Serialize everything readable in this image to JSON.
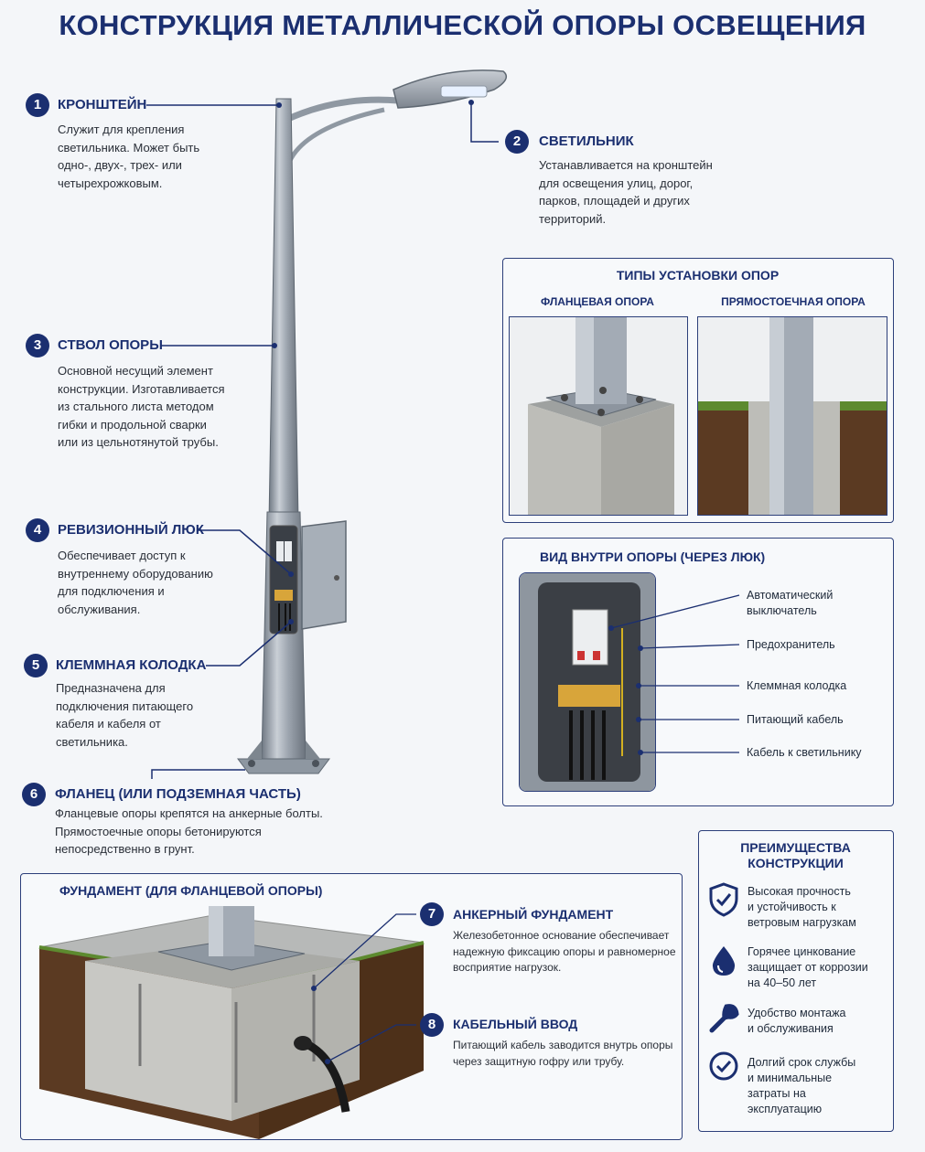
{
  "title": "КОНСТРУКЦИЯ МЕТАЛЛИЧЕСКОЙ ОПОРЫ ОСВЕЩЕНИЯ",
  "items": [
    {
      "num": "1",
      "label": "КРОНШТЕЙН",
      "text": "Служит для крепления\nсветильника. Может быть\nодно-, двух-, трех- или\nчетырехрожковым."
    },
    {
      "num": "2",
      "label": "СВЕТИЛЬНИК",
      "text": "Устанавливается на кронштейн\nдля освещения улиц, дорог,\nпарков, площадей и других\nтерриторий."
    },
    {
      "num": "3",
      "label": "СТВОЛ ОПОРЫ",
      "text": "Основной несущий элемент\nконструкции. Изготавливается\nиз стального листа методом\nгибки и продольной сварки\nили из цельнотянутой трубы."
    },
    {
      "num": "4",
      "label": "РЕВИЗИОННЫЙ ЛЮК",
      "text": "Обеспечивает доступ к\nвнутреннему оборудованию\nдля подключения и\nобслуживания."
    },
    {
      "num": "5",
      "label": "КЛЕММНАЯ КОЛОДКА",
      "text": "Предназначена для\nподключения питающего\nкабеля и кабеля от\nсветильника."
    },
    {
      "num": "6",
      "label": "ФЛАНЕЦ (ИЛИ ПОДЗЕМНАЯ ЧАСТЬ)",
      "text": "Фланцевые опоры крепятся на анкерные болты.\nПрямостоечные опоры бетонируются\nнепосредственно в грунт."
    },
    {
      "num": "7",
      "label": "АНКЕРНЫЙ ФУНДАМЕНТ",
      "text": "Железобетонное основание обеспечивает\nнадежную фиксацию опоры и равномерное\nвосприятие нагрузок."
    },
    {
      "num": "8",
      "label": "КАБЕЛЬНЫЙ ВВОД",
      "text": "Питающий кабель заводится внутрь опоры\nчерез защитную гофру или трубу."
    }
  ],
  "install_types": {
    "title": "ТИПЫ УСТАНОВКИ ОПОР",
    "flange": "ФЛАНЦЕВАЯ ОПОРА",
    "direct": "ПРЯМОСТОЕЧНАЯ ОПОРА"
  },
  "inside_view": {
    "title": "ВИД ВНУТРИ ОПОРЫ (ЧЕРЕЗ ЛЮК)",
    "callouts": [
      "Автоматический\nвыключатель",
      "Предохранитель",
      "Клеммная колодка",
      "Питающий кабель",
      "Кабель к светильнику"
    ]
  },
  "advantages": {
    "title": "ПРЕИМУЩЕСТВА\nКОНСТРУКЦИИ",
    "items": [
      {
        "icon": "shield-check-icon",
        "text": "Высокая прочность\nи устойчивость к\nветровым нагрузкам"
      },
      {
        "icon": "water-drop-icon",
        "text": "Горячее цинкование\nзащищает от коррозии\nна 40–50 лет"
      },
      {
        "icon": "wrench-icon",
        "text": "Удобство монтажа\nи обслуживания"
      },
      {
        "icon": "check-circle-icon",
        "text": "Долгий срок службы\nи минимальные\nзатраты на\nэксплуатацию"
      }
    ]
  },
  "foundation": {
    "title": "ФУНДАМЕНТ (ДЛЯ ФЛАНЦЕВОЙ ОПОРЫ)"
  },
  "colors": {
    "navy": "#1b2f70",
    "steel": "#9aa3ae",
    "concrete": "#c4c4c0",
    "soil": "#5b3a22",
    "grass": "#5d8a2f"
  }
}
